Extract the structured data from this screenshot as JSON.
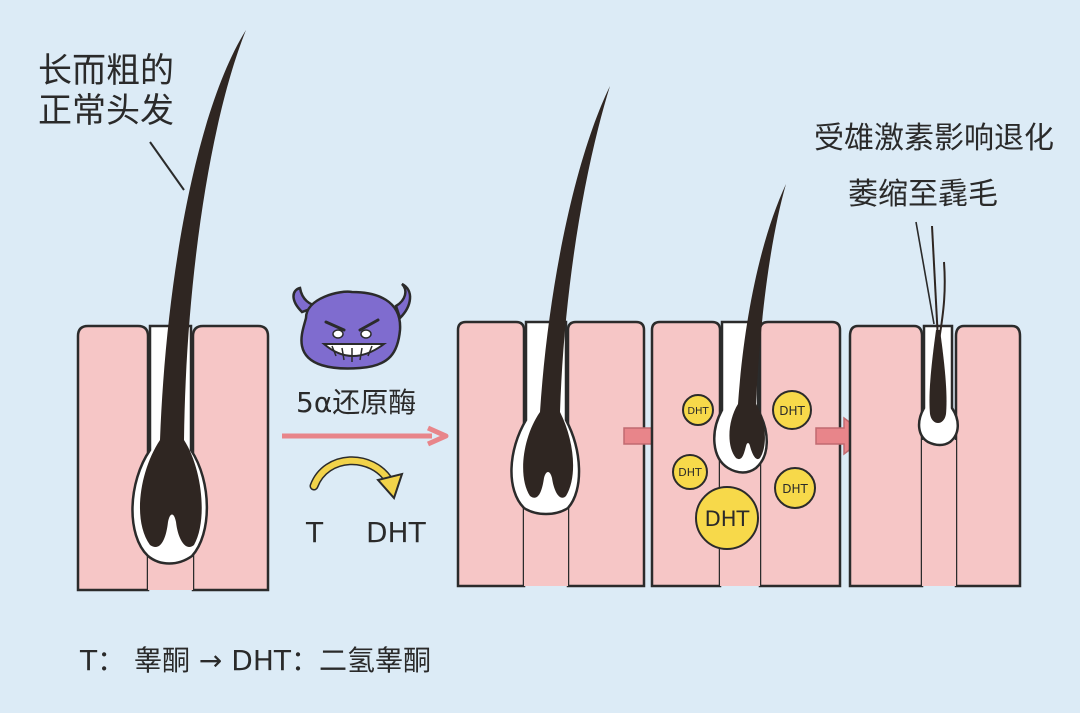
{
  "labels": {
    "normal_hair": [
      "长而粗的",
      "正常头发"
    ],
    "miniaturized_hair": [
      "受雄激素影响退化",
      "萎缩至毳毛"
    ],
    "enzyme": "5α还原酶",
    "conversion_from": "T",
    "conversion_to": "DHT",
    "legend": "T：  睾酮 → DHT：二氢睾酮"
  },
  "dht_bubbles": [
    "DHT",
    "DHT",
    "DHT",
    "DHT",
    "DHT"
  ],
  "colors": {
    "background": "#dcebf6",
    "skin": "#f6c6c6",
    "outline": "#2b2b2b",
    "hair": "#2f2622",
    "arrow": "#e8858a",
    "dht_bubble": "#f7d94a",
    "enzyme_monster": "#7f6ccf",
    "conversion_arrow": "#f2d34a"
  },
  "icons": {
    "enzyme": "devil-monster-icon",
    "conversion": "curved-arrow-icon"
  }
}
